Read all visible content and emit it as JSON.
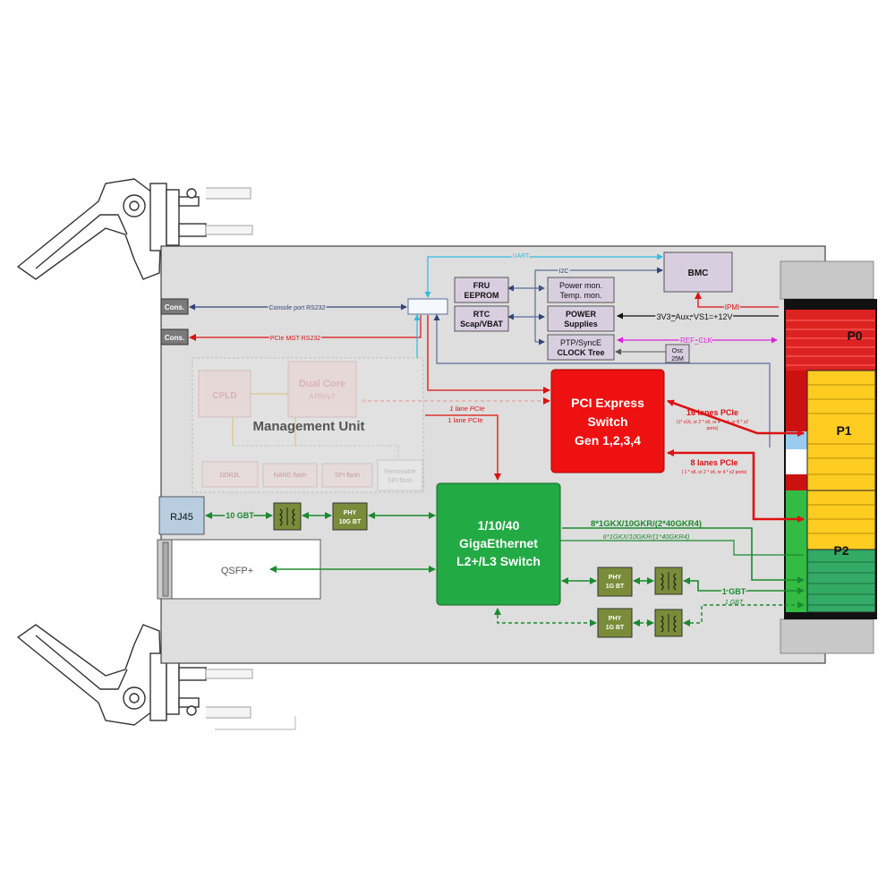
{
  "connectors": {
    "cons1": "Cons.",
    "cons2": "Cons.",
    "rj45": "RJ45",
    "qsfp": "QSFP+"
  },
  "blocks": {
    "fru": [
      "FRU",
      "EEPROM"
    ],
    "rtc": [
      "RTC",
      "Scap/VBAT"
    ],
    "power_mon": [
      "Power mon.",
      "Temp. mon."
    ],
    "power_supplies": [
      "POWER",
      "Supplies"
    ],
    "ptp": [
      "PTP/SyncE",
      "CLOCK Tree"
    ],
    "osc": [
      "Osc",
      "25M"
    ],
    "bmc": "BMC",
    "pcie_switch": [
      "PCI Express",
      "Switch",
      "Gen 1,2,3,4"
    ],
    "eth_switch": [
      "1/10/40",
      "GigaEthernet",
      "L2+/L3 Switch"
    ],
    "phy10g": [
      "PHY",
      "10G BT"
    ],
    "phy1g_a": [
      "PHY",
      "1G BT"
    ],
    "phy1g_b": [
      "PHY",
      "1G BT"
    ]
  },
  "management": {
    "title": "Management Unit",
    "cpld": "CPLD",
    "cpu": [
      "Dual Core",
      "ARMv7"
    ],
    "ddr": "DDR3L",
    "nand": "NAND flash",
    "spi": "SPI flash",
    "removable": [
      "Removable",
      "SPI flash"
    ]
  },
  "backplane": {
    "p0": "P0",
    "p1": "P1",
    "p2": "P2"
  },
  "signals": {
    "uart": "UART",
    "i2c": "I2C",
    "console": "Console port RS232",
    "pcie_mgt": "PCIe MGT RS232",
    "ipmi": "IPMI",
    "power_in": "3V3_Aux, VS1=+12V",
    "ref_clk": "REF_CLK",
    "lane1_dashed": "1 lane PCIe",
    "lane1": "1 lane PCIe",
    "lanes16": "16 lanes PCIe",
    "lanes16_sub": [
      "(1* x16, or 2 * x8, or 4 * x4, or 8 * x2",
      "ports)"
    ],
    "lanes8": "8 lanes PCIe",
    "lanes8_sub": "( 1 * x8, or 2 * x4, or 4 * x2 ports)",
    "gbt10": "10 GBT",
    "gkx_main": "8*1GKX/10GKR/(2*40GKR4)",
    "gkx_alt": "6*1GKX/10GKR/(1*40GKR4)",
    "gbt1": "1 GBT",
    "gbt1_alt": "1 GBT"
  },
  "colors": {
    "board": "#dedede",
    "pcie_red": "#ee1111",
    "eth_green": "#22aa44",
    "purple_block": "#d9cee0",
    "uart_cyan": "#33bbdd",
    "console_navy": "#334477",
    "clk_magenta": "#dd22dd",
    "p0_red": "#dd2222",
    "p1_yellow": "#ffcc22",
    "p2_green": "#33aa66",
    "phy_olive": "#7a8c3a"
  }
}
